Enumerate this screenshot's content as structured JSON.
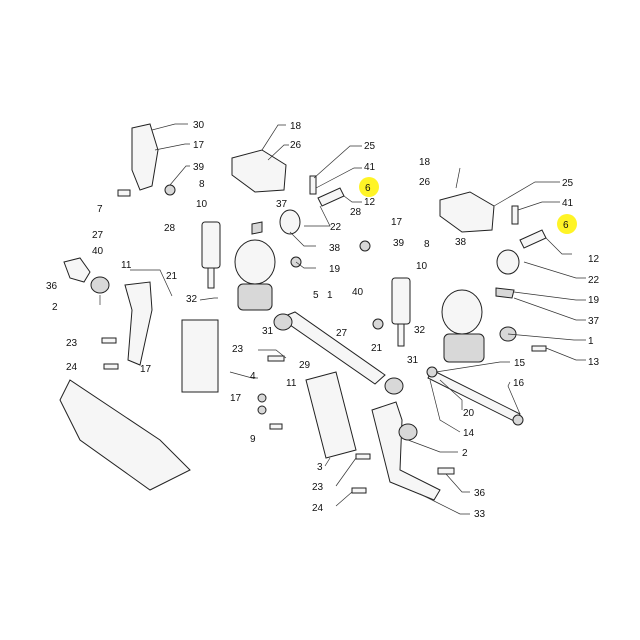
{
  "callouts": [
    {
      "id": "c30a",
      "text": "30"
    },
    {
      "id": "c17a",
      "text": "17"
    },
    {
      "id": "c39a",
      "text": "39"
    },
    {
      "id": "c8a",
      "text": "8"
    },
    {
      "id": "c7",
      "text": "7"
    },
    {
      "id": "c10a",
      "text": "10"
    },
    {
      "id": "c27a",
      "text": "27"
    },
    {
      "id": "c28a",
      "text": "28"
    },
    {
      "id": "c40a",
      "text": "40"
    },
    {
      "id": "c21a",
      "text": "21"
    },
    {
      "id": "c36a",
      "text": "36"
    },
    {
      "id": "c11a",
      "text": "11"
    },
    {
      "id": "c2a",
      "text": "2"
    },
    {
      "id": "c32a",
      "text": "32"
    },
    {
      "id": "c23a",
      "text": "23"
    },
    {
      "id": "c24a",
      "text": "24"
    },
    {
      "id": "c17b",
      "text": "17"
    },
    {
      "id": "c18a",
      "text": "18"
    },
    {
      "id": "c26a",
      "text": "26"
    },
    {
      "id": "c25a",
      "text": "25"
    },
    {
      "id": "c41a",
      "text": "41"
    },
    {
      "id": "c6a",
      "text": "6"
    },
    {
      "id": "c12a",
      "text": "12"
    },
    {
      "id": "c37a",
      "text": "37"
    },
    {
      "id": "c22a",
      "text": "22"
    },
    {
      "id": "c38a",
      "text": "38"
    },
    {
      "id": "c19a",
      "text": "19"
    },
    {
      "id": "c5",
      "text": "5"
    },
    {
      "id": "c1a",
      "text": "1"
    },
    {
      "id": "c31a",
      "text": "31"
    },
    {
      "id": "c23b",
      "text": "23"
    },
    {
      "id": "c4",
      "text": "4"
    },
    {
      "id": "c29",
      "text": "29"
    },
    {
      "id": "c11b",
      "text": "11"
    },
    {
      "id": "c17c",
      "text": "17"
    },
    {
      "id": "c9",
      "text": "9"
    },
    {
      "id": "c18b",
      "text": "18"
    },
    {
      "id": "c26b",
      "text": "26"
    },
    {
      "id": "c25b",
      "text": "25"
    },
    {
      "id": "c41b",
      "text": "41"
    },
    {
      "id": "c6b",
      "text": "6"
    },
    {
      "id": "c17d",
      "text": "17"
    },
    {
      "id": "c28b",
      "text": "28"
    },
    {
      "id": "c39b",
      "text": "39"
    },
    {
      "id": "c8b",
      "text": "8"
    },
    {
      "id": "c38b",
      "text": "38"
    },
    {
      "id": "c12b",
      "text": "12"
    },
    {
      "id": "c22b",
      "text": "22"
    },
    {
      "id": "c10b",
      "text": "10"
    },
    {
      "id": "c40b",
      "text": "40"
    },
    {
      "id": "c27b",
      "text": "27"
    },
    {
      "id": "c19b",
      "text": "19"
    },
    {
      "id": "c37b",
      "text": "37"
    },
    {
      "id": "c21b",
      "text": "21"
    },
    {
      "id": "c32b",
      "text": "32"
    },
    {
      "id": "c1b",
      "text": "1"
    },
    {
      "id": "c13",
      "text": "13"
    },
    {
      "id": "c15",
      "text": "15"
    },
    {
      "id": "c31b",
      "text": "31"
    },
    {
      "id": "c16",
      "text": "16"
    },
    {
      "id": "c20",
      "text": "20"
    },
    {
      "id": "c14",
      "text": "14"
    },
    {
      "id": "c3",
      "text": "3"
    },
    {
      "id": "c2b",
      "text": "2"
    },
    {
      "id": "c23c",
      "text": "23"
    },
    {
      "id": "c36b",
      "text": "36"
    },
    {
      "id": "c24b",
      "text": "24"
    },
    {
      "id": "c33",
      "text": "33"
    }
  ],
  "highlight_color": "#fff200",
  "line_color": "#222222"
}
